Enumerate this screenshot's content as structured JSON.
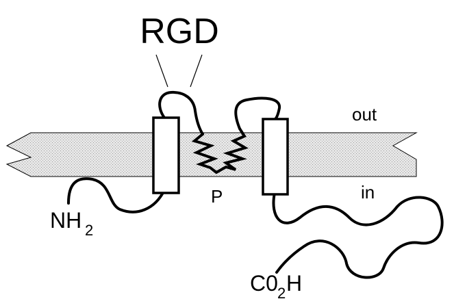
{
  "labels": {
    "motif": "RGD",
    "outside": "out",
    "inside": "in",
    "loop": "P",
    "n_terminus": "NH",
    "n_terminus_sub": "2",
    "c_terminus": "C0",
    "c_terminus_sub": "2",
    "c_terminus_tail": "H"
  },
  "colors": {
    "membrane_fill": "#dcdcdc",
    "stroke": "#000000"
  }
}
